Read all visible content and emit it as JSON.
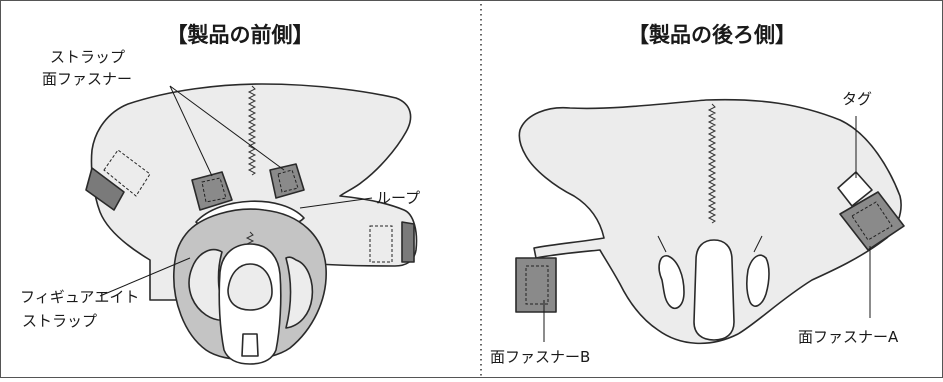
{
  "front": {
    "title": "【製品の前側】",
    "labels": {
      "strap_fastener_line1": "ストラップ",
      "strap_fastener_line2": "面ファスナー",
      "loop": "ループ",
      "figure_eight_line1": "フィギュアエイト",
      "figure_eight_line2": "ストラップ"
    }
  },
  "back": {
    "title": "【製品の後ろ側】",
    "labels": {
      "tag": "タグ",
      "fastener_a": "面ファスナーA",
      "fastener_b": "面ファスナーB"
    }
  },
  "colors": {
    "body": "#ececec",
    "strap": "#c4c4c4",
    "fastener": "#8a8a8a",
    "outline": "#2a2a2a"
  }
}
